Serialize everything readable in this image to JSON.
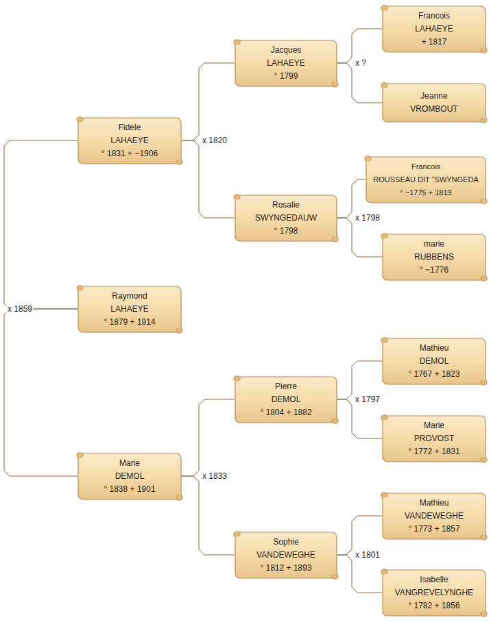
{
  "diagram": {
    "nodes": [
      {
        "text": [
          "Fidele",
          "LAHAEYE",
          "° 1831 + ~1906"
        ]
      },
      {
        "text": [
          "Raymond",
          "LAHAEYE",
          "° 1879 + 1914"
        ]
      },
      {
        "text": [
          "Marie",
          "DEMOL",
          "° 1838 + 1901"
        ]
      },
      {
        "text": [
          "Jacques",
          "LAHAEYE",
          "° 1799"
        ]
      },
      {
        "text": [
          "Rosalie",
          "SWYNGEDAUW",
          "° 1798"
        ]
      },
      {
        "text": [
          "Pierre",
          "DEMOL",
          "° 1804 + 1882"
        ]
      },
      {
        "text": [
          "Sophie",
          "VANDEWEGHE",
          "° 1812 + 1893"
        ]
      },
      {
        "text": [
          "Francois",
          "LAHAEYE",
          "+ 1817"
        ]
      },
      {
        "text": [
          "Jeanne",
          "VROMBOUT"
        ]
      },
      {
        "text": [
          "Francois",
          "ROUSSEAU DIT \"SWYNGEDA",
          "° ~1775 + 1819"
        ]
      },
      {
        "text": [
          "marie",
          "RUBBENS",
          "° ~1776"
        ]
      },
      {
        "text": [
          "Mathieu",
          "DEMOL",
          "° 1767 + 1823"
        ]
      },
      {
        "text": [
          "Marie",
          "PROVOST",
          "° 1772 + 1831"
        ]
      },
      {
        "text": [
          "Mathieu",
          "VANDEWEGHE",
          "° 1773 + 1857"
        ]
      },
      {
        "text": [
          "Isabelle",
          "VANGREVELYNGHE",
          "° 1782 + 1856"
        ]
      }
    ],
    "edges": [
      {
        "from": 1,
        "to": 0,
        "arrow": "none",
        "label": "x 1859"
      },
      {
        "from": 1,
        "to": 2,
        "arrow": "none"
      },
      {
        "from": 0,
        "to": 3,
        "arrow": "none",
        "label": "x 1820"
      },
      {
        "from": 0,
        "to": 4,
        "arrow": "none"
      },
      {
        "from": 3,
        "to": 7,
        "arrow": "none",
        "label": "x ?"
      },
      {
        "from": 3,
        "to": 8,
        "arrow": "none"
      },
      {
        "from": 4,
        "to": 9,
        "arrow": "none",
        "label": "x 1798"
      },
      {
        "from": 4,
        "to": 10,
        "arrow": "none"
      },
      {
        "from": 2,
        "to": 5,
        "arrow": "none",
        "label": "x 1833"
      },
      {
        "from": 2,
        "to": 6,
        "arrow": "none"
      },
      {
        "from": 5,
        "to": 11,
        "arrow": "none",
        "label": "x 1797"
      },
      {
        "from": 5,
        "to": 12,
        "arrow": "none"
      },
      {
        "from": 6,
        "to": 13,
        "arrow": "none",
        "label": "x 1801"
      },
      {
        "from": 6,
        "to": 14,
        "arrow": "none"
      }
    ]
  }
}
